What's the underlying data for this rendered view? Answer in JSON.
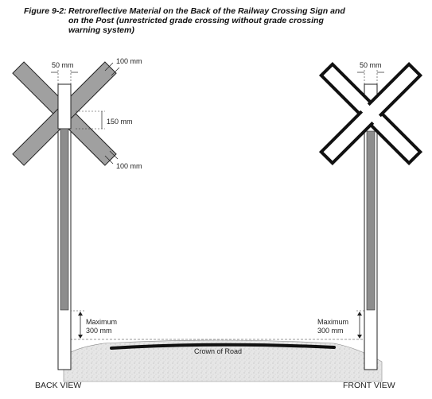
{
  "figure": {
    "number": "Figure 9-2:",
    "title_line1": "Retroreflective Material on the Back of the Railway Crossing Sign and",
    "title_line2": "on the Post (unrestricted grade crossing without grade crossing",
    "title_line3": "warning system)"
  },
  "back_view": {
    "label": "BACK VIEW",
    "dim_post_width": "50 mm",
    "dim_top_offset": "100 mm",
    "dim_gap": "150 mm",
    "dim_bottom_offset": "100 mm",
    "max_label": "Maximum",
    "max_value": "300 mm"
  },
  "front_view": {
    "label": "FRONT VIEW",
    "dim_post_width": "50 mm",
    "max_label": "Maximum",
    "max_value": "300 mm"
  },
  "road": {
    "label": "Crown of Road"
  },
  "colors": {
    "line": "#222222",
    "reflective_fill": "#9a9a9a",
    "ground": "#e4e4e4"
  }
}
